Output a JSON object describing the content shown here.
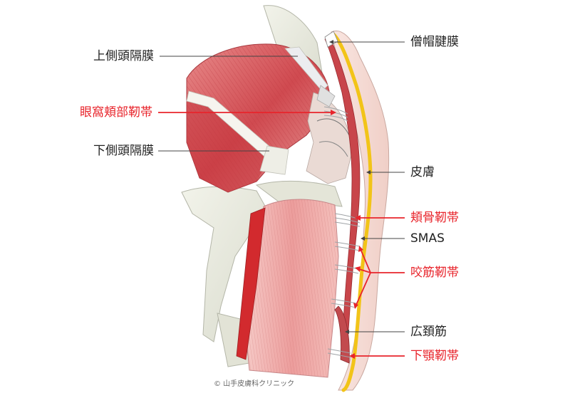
{
  "labels": {
    "upper_temporal_septum": "上側頭隔膜",
    "orbicularis_retaining_ligament": "眼窩頬部靭帯",
    "lower_temporal_septum": "下側頭隔膜",
    "galea_aponeurotica": "僧帽腱膜",
    "skin": "皮膚",
    "zygomatic_ligament": "頬骨靭帯",
    "smas": "SMAS",
    "masseteric_ligament": "咬筋靭帯",
    "platysma": "広頚筋",
    "mandibular_ligament": "下顎靭帯"
  },
  "copyright": "© 山手皮膚科クリニック",
  "colors": {
    "text_default": "#222222",
    "text_highlight": "#e8242b",
    "leader_default": "#444444",
    "leader_highlight": "#e8242b",
    "muscle": "#d85a5e",
    "muscle_light": "#f3b8b4",
    "bone": "#e7e8dc",
    "fat": "#f2c418",
    "skin": "#f6dcd6",
    "ligament": "#b9bdc0"
  }
}
